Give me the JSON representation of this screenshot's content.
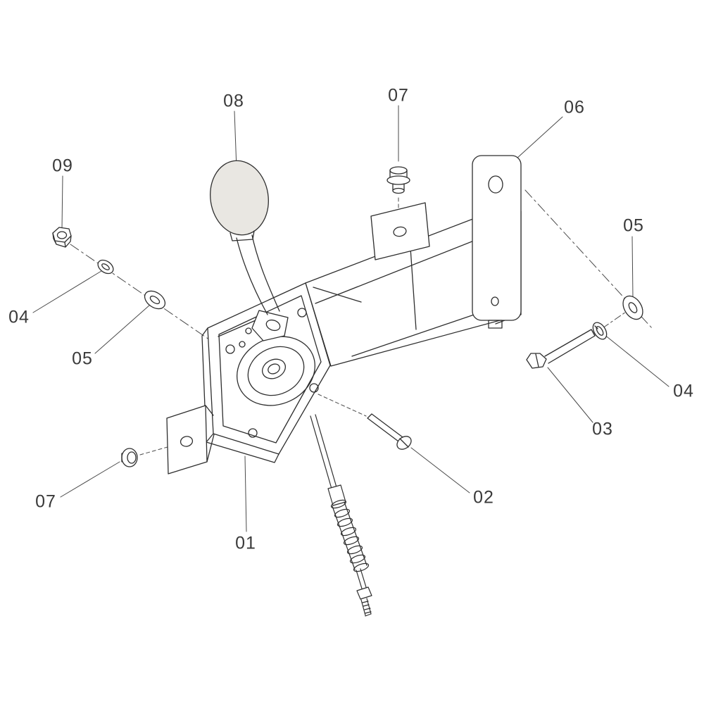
{
  "figure": {
    "background": "#ffffff",
    "line_color": "#2e2e2e",
    "leader_color": "#4a4a4a",
    "label_color": "#3a3a3a"
  },
  "callouts": [
    {
      "id": "callout-08",
      "label": "08",
      "points_to": "shift-knob"
    },
    {
      "id": "callout-07-top",
      "label": "07",
      "points_to": "cap-plug-top"
    },
    {
      "id": "callout-06",
      "label": "06",
      "points_to": "mounting-plate"
    },
    {
      "id": "callout-09",
      "label": "09",
      "points_to": "hex-nut"
    },
    {
      "id": "callout-05-right",
      "label": "05",
      "points_to": "flat-washer-right"
    },
    {
      "id": "callout-04-left",
      "label": "04",
      "points_to": "small-washer-left"
    },
    {
      "id": "callout-05-left",
      "label": "05",
      "points_to": "flat-washer-left"
    },
    {
      "id": "callout-04-right",
      "label": "04",
      "points_to": "lock-washer-right"
    },
    {
      "id": "callout-03",
      "label": "03",
      "points_to": "hex-bolt"
    },
    {
      "id": "callout-07-left",
      "label": "07",
      "points_to": "cap-plug-left"
    },
    {
      "id": "callout-02",
      "label": "02",
      "points_to": "slotted-screw"
    },
    {
      "id": "callout-01",
      "label": "01",
      "points_to": "lever-assembly"
    }
  ]
}
